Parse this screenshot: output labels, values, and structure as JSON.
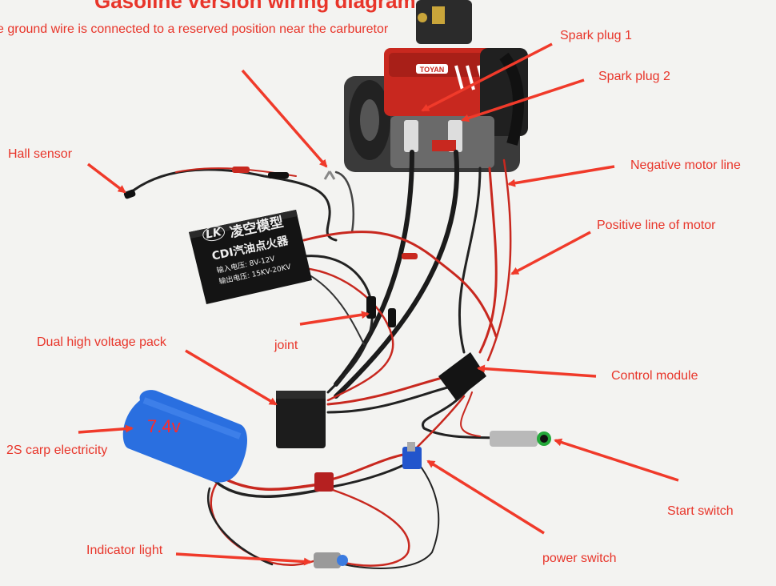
{
  "diagram": {
    "title": "Gasoline version wiring diagram",
    "subtitle": "e ground wire is connected to a reserved position near the carburetor",
    "labels": {
      "spark_plug_1": "Spark plug 1",
      "spark_plug_2": "Spark plug 2",
      "hall_sensor": "Hall sensor",
      "negative_motor_line": "Negative motor line",
      "positive_motor_line": "Positive line of motor",
      "joint": "joint",
      "dual_hv_pack": "Dual high voltage pack",
      "control_module": "Control module",
      "battery": "2S carp electricity",
      "start_switch": "Start switch",
      "indicator_light": "Indicator light",
      "power_switch": "power switch"
    },
    "cdi": {
      "logo": "LK",
      "brand": "凌空模型",
      "name": "CDI汽油点火器",
      "input": "输入电压: 8V-12V",
      "output": "输出电压: 15KV-20KV"
    },
    "battery_voltage": "7.4v",
    "engine_brand": "TOYAN",
    "colors": {
      "annotation": "#e8352a",
      "arrow": "#f03a2a",
      "engine_red": "#c8281f",
      "battery_blue": "#2a6fe0"
    }
  }
}
